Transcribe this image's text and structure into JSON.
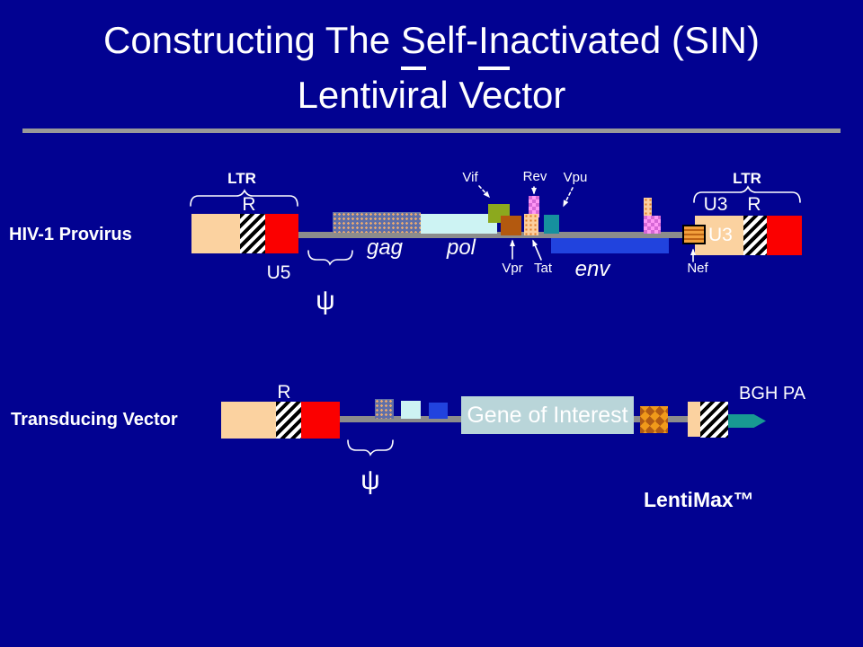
{
  "title": {
    "pre": "Constructing The ",
    "underline1": "S",
    "mid": "elf-",
    "underline2": "In",
    "post": "activated (SIN)",
    "line2": "Lentiviral Vector"
  },
  "provirus": {
    "row_label": "HIV-1 Provirus",
    "ltr_left_label": "LTR",
    "r_left_label": "R",
    "u5_label": "U5",
    "psi_label": "ψ",
    "gag_label": "gag",
    "pol_label": "pol",
    "env_label": "env",
    "vif_label": "Vif",
    "rev_label": "Rev",
    "vpu_label": "Vpu",
    "vpr_label": "Vpr",
    "tat_label": "Tat",
    "nef_label": "Nef",
    "ltr_right_label": "LTR",
    "u3_label": "U3",
    "r_right_label": "R",
    "u3_box_text": "U3"
  },
  "vector": {
    "row_label": "Transducing Vector",
    "r_label": "R",
    "psi_label": "ψ",
    "gene_of_interest": "Gene of Interest",
    "bgh_pa_label": "BGH PA",
    "product_name": "LentiMax™"
  },
  "colors": {
    "background": "#020291",
    "rule_gray": "#999999",
    "backbone": "#8C8C8C",
    "peach": "#FBD2A0",
    "red": "#FB0000",
    "pol_cyan": "#CDF3F3",
    "vif_green": "#8CA91E",
    "vpr_brown": "#B3590F",
    "vpu_teal": "#16909E",
    "env_blue": "#2143DE",
    "goi_bg": "#B9D5D9",
    "diamond_orange": "#F09A1A",
    "arrow_teal": "#189A92"
  }
}
